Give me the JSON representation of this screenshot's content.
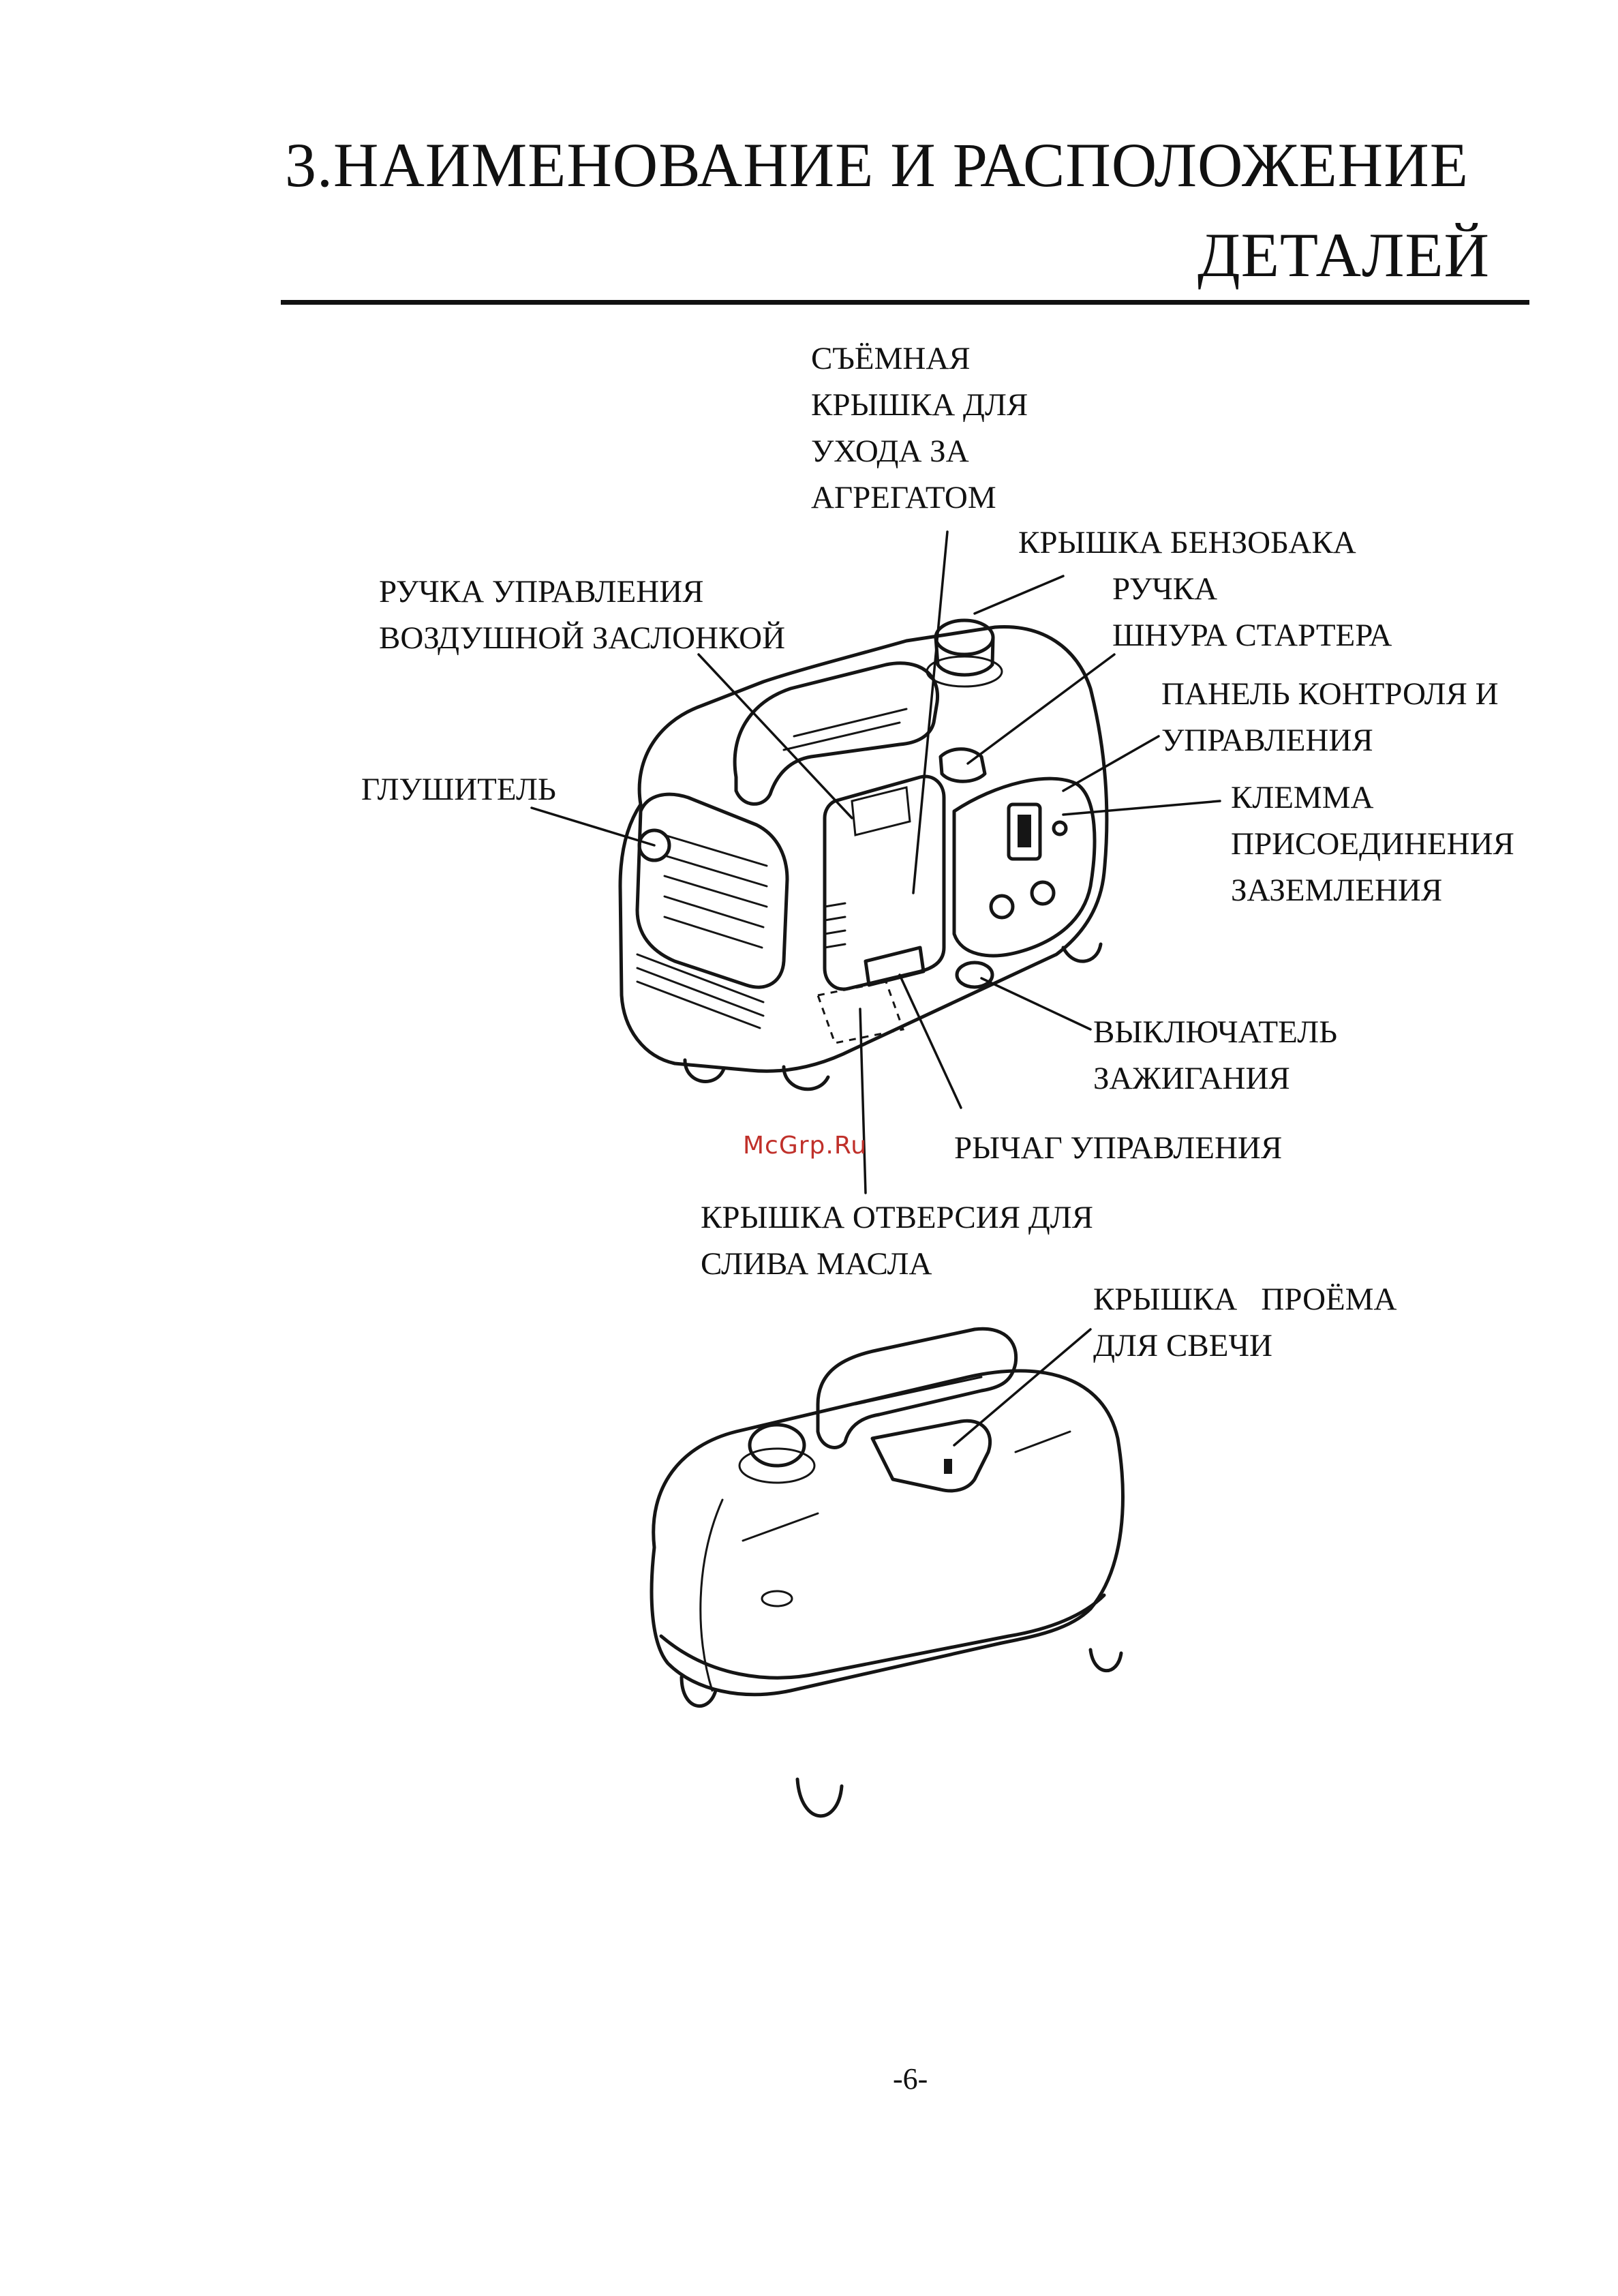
{
  "page": {
    "title_line1": "3.НАИМЕНОВАНИЕ И РАСПОЛОЖЕНИЕ",
    "title_line2": "ДЕТАЛЕЙ",
    "page_number": "-6-",
    "watermark": "McGrp.Ru"
  },
  "labels": {
    "removable_cover": [
      "СЪЁМНАЯ",
      "КРЫШКА ДЛЯ",
      "УХОДА ЗА",
      "АГРЕГАТОМ"
    ],
    "fuel_cap": [
      "КРЫШКА БЕНЗОБАКА"
    ],
    "starter_handle": [
      "РУЧКА",
      "ШНУРА СТАРТЕРА"
    ],
    "choke_knob": [
      "РУЧКА УПРАВЛЕНИЯ",
      "ВОЗДУШНОЙ ЗАСЛОНКОЙ"
    ],
    "control_panel": [
      "ПАНЕЛЬ КОНТРОЛЯ И",
      "УПРАВЛЕНИЯ"
    ],
    "muffler": [
      "ГЛУШИТЕЛЬ"
    ],
    "ground_terminal": [
      "КЛЕММА",
      "ПРИСОЕДИНЕНИЯ",
      "ЗАЗЕМЛЕНИЯ"
    ],
    "ignition_switch": [
      "ВЫКЛЮЧАТЕЛЬ",
      "ЗАЖИГАНИЯ"
    ],
    "control_lever": [
      "РЫЧАГ УПРАВЛЕНИЯ"
    ],
    "oil_drain_cover": [
      "КРЫШКА ОТВЕРСИЯ ДЛЯ",
      "СЛИВА МАСЛА"
    ],
    "spark_plug_cover": [
      "КРЫШКА   ПРОЁМА",
      "ДЛЯ СВЕЧИ"
    ]
  }
}
